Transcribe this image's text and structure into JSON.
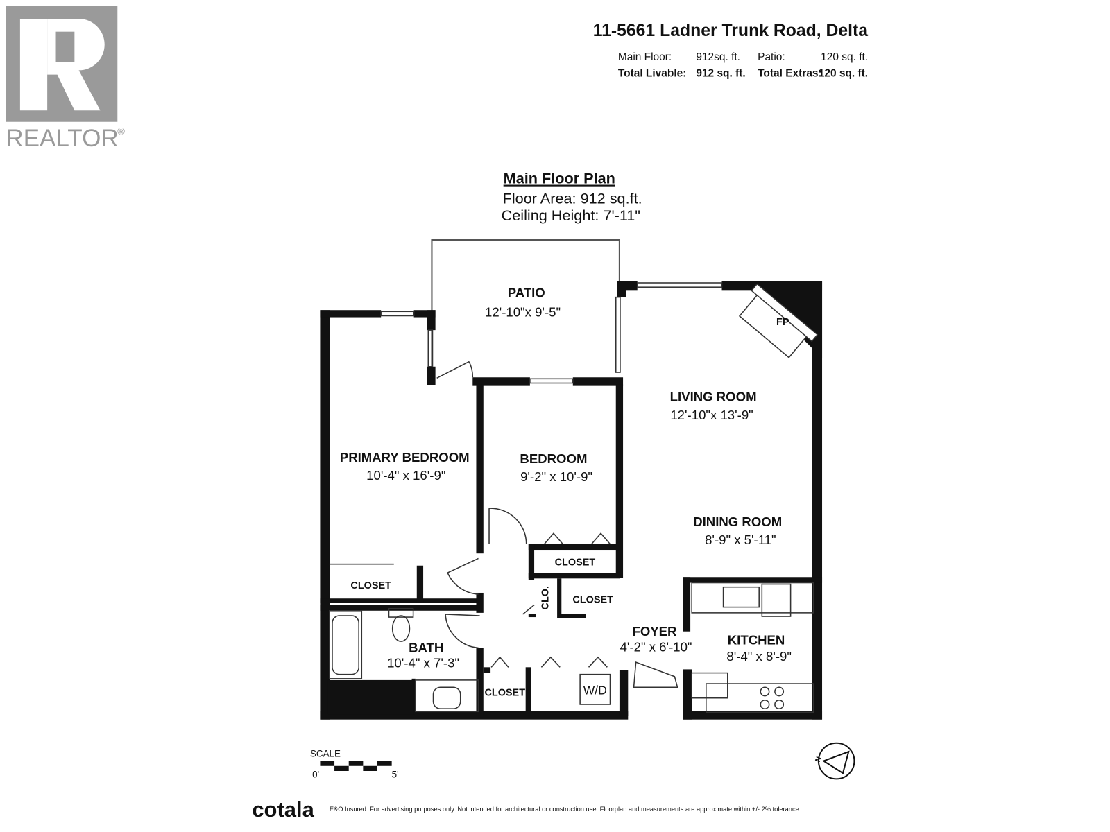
{
  "logo": {
    "realtor": "REALTOR",
    "registered": "®"
  },
  "header": {
    "address": "11-5661 Ladner Trunk Road, Delta",
    "main_floor_label": "Main Floor:",
    "main_floor_value": "912sq. ft.",
    "patio_label": "Patio:",
    "patio_value": "120 sq. ft.",
    "total_livable_label": "Total Livable:",
    "total_livable_value": "912 sq. ft.",
    "total_extras_label": "Total Extras:",
    "total_extras_value": "120 sq. ft."
  },
  "plan": {
    "title": "Main Floor Plan",
    "floor_area": "Floor Area: 912 sq.ft.",
    "ceiling_height": "Ceiling Height: 7'-11\"",
    "rooms": {
      "patio": {
        "name": "PATIO",
        "dims": "12'-10\"x 9'-5\""
      },
      "living": {
        "name": "LIVING ROOM",
        "dims": "12'-10\"x 13'-9\""
      },
      "fp": "FP",
      "primary": {
        "name": "PRIMARY BEDROOM",
        "dims": "10'-4\" x 16'-9\""
      },
      "bedroom": {
        "name": "BEDROOM",
        "dims": "9'-2\" x 10'-9\""
      },
      "dining": {
        "name": "DINING ROOM",
        "dims": "8'-9\" x 5'-11\""
      },
      "closet": "CLOSET",
      "clo": "CLO.",
      "bath": {
        "name": "BATH",
        "dims": "10'-4\" x 7'-3\""
      },
      "foyer": {
        "name": "FOYER",
        "dims": "4'-2\" x 6'-10\""
      },
      "kitchen": {
        "name": "KITCHEN",
        "dims": "8'-4\" x 8'-9\""
      },
      "wd": "W/D"
    }
  },
  "scale": {
    "label": "SCALE",
    "start": "0'",
    "end": "5'"
  },
  "compass": {
    "north": "N"
  },
  "footer": {
    "brand": "cotala",
    "disclaimer": "E&O Insured. For advertising purposes only. Not intended for architectural or construction use. Floorplan and measurements are approximate within +/- 2% tolerance."
  }
}
